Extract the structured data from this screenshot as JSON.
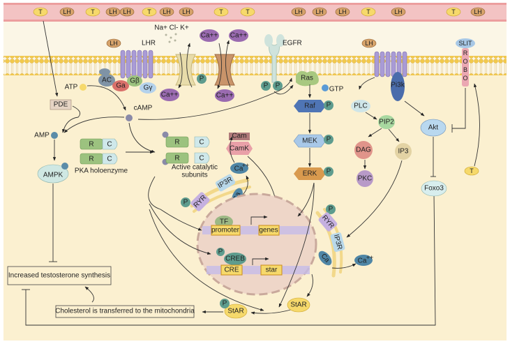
{
  "vessel": {
    "molecules": [
      "T",
      "LH",
      "T",
      "LH",
      "LH",
      "T",
      "LH",
      "LH",
      "T",
      "T",
      "LH",
      "LH",
      "LH",
      "T",
      "LH",
      "T",
      "LH"
    ]
  },
  "labels": {
    "ions": "Na+ Cl- K+",
    "ca": "Ca++",
    "ca_sup": "Ca",
    "ca_sup2": "++",
    "lh": "LH",
    "lhr": "LHR",
    "egfr": "EGFR",
    "ac": "AC",
    "ga": "Ga",
    "gb": "Gβ",
    "gy": "Gγ",
    "p": "P",
    "atp": "ATP",
    "pde": "PDE",
    "camp": "cAMP",
    "amp": "AMP",
    "ampk": "AMPK",
    "r": "R",
    "c": "C",
    "pka": "PKA holoenzyme",
    "active1": "Active catalytic",
    "active2": "subunits",
    "ras": "Ras",
    "gtp": "GTP",
    "raf": "Raf",
    "mek": "MEK",
    "erk": "ERK",
    "cam": "Cam",
    "camk": "CamK",
    "pi3k": "Pi3k",
    "plc": "PLC",
    "pip2": "PIP2",
    "dag": "DAG",
    "ip3": "IP3",
    "pkc": "PKC",
    "akt": "Akt",
    "foxo3": "Foxo3",
    "slit": "SLIT",
    "robo": [
      "R",
      "O",
      "B",
      "O"
    ],
    "t": "T",
    "ip3r": "IP3R",
    "ryr": "RYR",
    "tf": "TF",
    "promoter": "promoter",
    "genes": "genes",
    "creb": "CREB",
    "cre": "CRE",
    "star_gene": "star",
    "star_protein": "StAR",
    "testosterone": "Increased testosterone synthesis",
    "cholesterol": "Cholesterol is transferred to the mitochondria"
  },
  "colors": {
    "T": "#f6d96b",
    "LH": "#d6a36b",
    "ca_purple": "#9a6bb0",
    "ca_blue": "#4f86a6",
    "phospho": "#5e9c8e",
    "cell": "#fbf1d3",
    "vessel": "#f3c3c3"
  }
}
